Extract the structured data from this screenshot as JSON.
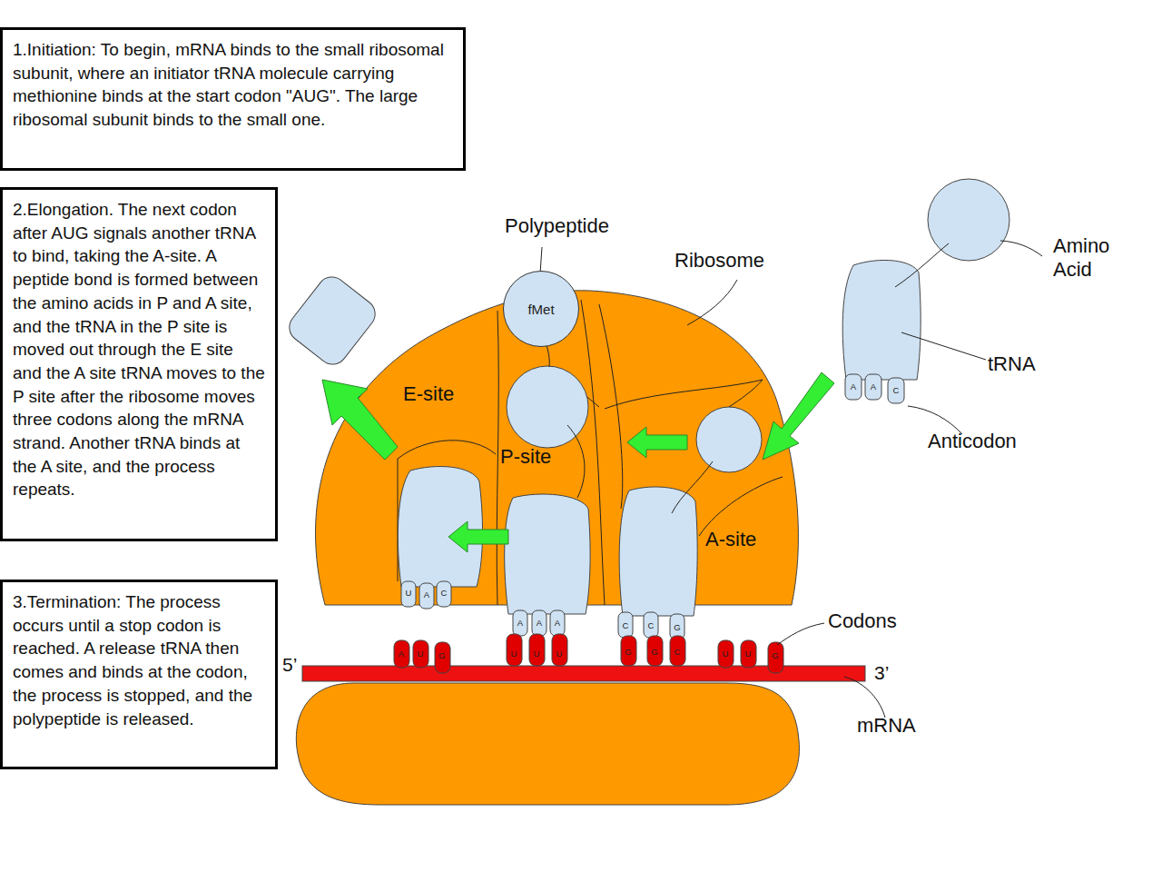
{
  "diagram": {
    "nodes": [
      {
        "text": [
          "1.Initiation: To begin, mRNA binds to the small ribosomal subunit, where an initiator tRNA molecule carrying methionine binds at the start codon \"AUG\". The large ribosomal subunit binds to the small one."
        ]
      },
      {
        "text": [
          "2.Elongation. The next codon after AUG signals another tRNA to bind, taking the A-site. A peptide bond is formed between the amino acids in P and A site, and the tRNA in the P site is moved out through the E site and the A site tRNA moves to the P site after the ribosome moves three codons along the mRNA strand. Another tRNA binds at the A site, and the process repeats."
        ]
      },
      {
        "text": [
          "fMet"
        ]
      },
      {
        "text": [
          "3.Termination: The process occurs until a stop codon is reached. A release tRNA then comes and binds at the codon, the process is stopped, and the polypeptide is released."
        ]
      }
    ],
    "labels": [
      "Polypeptide",
      "Ribosome",
      "Amino Acid",
      "tRNA",
      "Anticodon",
      "E-site",
      "P-site",
      "A-site",
      "Codons",
      "5’",
      "3’",
      "mRNA",
      "A",
      "A",
      "C",
      "U",
      "A",
      "C",
      "A",
      "A",
      "A",
      "C",
      "C",
      "G",
      "A",
      "U",
      "G",
      "U",
      "U",
      "U",
      "G",
      "G",
      "C",
      "U",
      "U",
      "G"
    ]
  }
}
